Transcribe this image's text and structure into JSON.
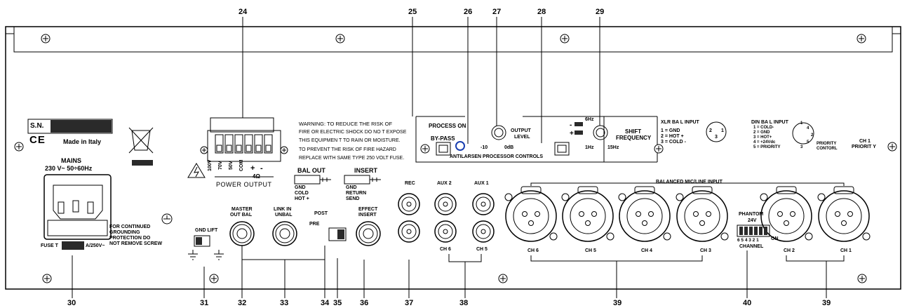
{
  "callouts": [
    "24",
    "25",
    "26",
    "27",
    "28",
    "29",
    "30",
    "31",
    "32",
    "33",
    "34",
    "35",
    "36",
    "37",
    "38",
    "39",
    "40",
    "39"
  ],
  "panel": {
    "sn_label": "S.N.",
    "ce_mark": "CE",
    "made_in": "Made in Italy",
    "mains_title": "MAINS",
    "mains_voltage": "230 V~ 50÷60Hz",
    "fuse_left": "FUSE T",
    "fuse_right": "A/250V~",
    "grounding_note": [
      "FOR CONTINUED",
      "GROUNDING",
      "PROTECTION DO",
      "NOT REMOVE SCREW"
    ],
    "gnd_lift": "GND LIFT"
  },
  "power_output": {
    "taps": [
      "100V",
      "70V",
      "50V",
      "COM"
    ],
    "plus": "+",
    "minus": "-",
    "ohms": "4Ω",
    "label": "POWER OUTPUT"
  },
  "warning": {
    "lines": [
      "WARNING:  TO REDUCE  THE RISK OF",
      "FIRE OR ELECTRIC SHOCK DO NO  T EXPOSE",
      "THIS EQUIPMEN T TO RAIN OR MOISTURE.",
      "TO PREVENT THE RISK OF FIRE HAZARD",
      "REPLACE WITH SAME  TYPE 250 VOLT FUSE."
    ]
  },
  "processor": {
    "process_on": "PROCESS ON",
    "bypass": "BY-PASS",
    "output_level": [
      "OUTPUT",
      "LEVEL"
    ],
    "level_min": "-10",
    "level_max": "0dB",
    "shift_frequency": [
      "SHIFT",
      "FREQUENCY"
    ],
    "freq_6": "6Hz",
    "freq_1": "1Hz",
    "freq_15": "15Hz",
    "minus": "-",
    "plus": "+",
    "footer": "ANTILARSEN PROCESSOR CONTROLS"
  },
  "xlr_input": {
    "title": "XLR BA L INPUT",
    "pins": [
      "1 = GND",
      "2 = HOT +",
      "3 = COLD -"
    ],
    "pin_numbers": [
      "2",
      "1",
      "3"
    ]
  },
  "din_input": {
    "title": "DIN BA L INPUT",
    "pins": [
      "1 = COLD-",
      "2 = GND",
      "3 = HOT+",
      "4 = +24Vdc",
      "5 = PRIORITY"
    ],
    "pin_numbers": [
      "1",
      "4",
      "2",
      "5",
      "3"
    ],
    "priority_control": [
      "PRIORITY",
      "CONTORL"
    ],
    "ch1_priority": [
      "CH 1",
      "PRIORIT Y"
    ]
  },
  "bal_out": {
    "title": "BAL OUT",
    "legend": [
      "GND",
      "COLD",
      "HOT +"
    ]
  },
  "insert": {
    "title": "INSERT",
    "legend": [
      "GND",
      "RETURN",
      "SEND"
    ]
  },
  "jacks": {
    "master_out": [
      "MASTER",
      "OUT BAL"
    ],
    "link_in": [
      "LINK IN",
      "UNBAL"
    ],
    "post": "POST",
    "pre": "PRE",
    "effect_insert": [
      "EFFECT",
      "INSERT"
    ]
  },
  "rca": {
    "rec": "REC",
    "aux2": "AUX 2",
    "aux1": "AUX 1",
    "ch6": "CH 6",
    "ch5": "CH 5"
  },
  "mic_inputs": {
    "title": "BALANCED MIC/LINE INPUT",
    "channels": [
      "CH 6",
      "CH 5",
      "CH 4",
      "CH 3",
      "CH 2",
      "CH 1"
    ]
  },
  "phantom": {
    "title": "PHANTOM",
    "voltage": "24V",
    "numbers": "6 5 4 3 2 1",
    "on": "ON",
    "channel": "CHANNEL"
  },
  "colors": {
    "line": "#000000",
    "fill": "#ffffff",
    "sn_bar": "#2a2a2a"
  }
}
